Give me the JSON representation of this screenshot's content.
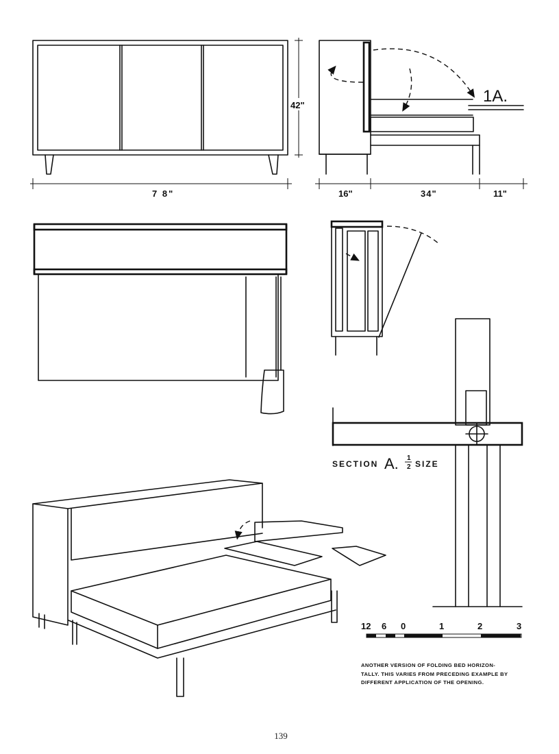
{
  "dimensions": {
    "height": "42\"",
    "width": "7 8\"",
    "side_depth": "16\"",
    "bed_depth": "34\"",
    "shelf_depth": "11\""
  },
  "labels": {
    "detail_marker": "1A.",
    "section_word": "SECTION",
    "section_letter": "A.",
    "scale_numerator": "1",
    "scale_denominator": "2",
    "scale_word": "SIZE"
  },
  "scale_bar": {
    "marks": [
      "12",
      "6",
      "0",
      "1",
      "2",
      "3"
    ]
  },
  "caption": {
    "lines": [
      "ANOTHER VERSION OF FOLDING BED HORIZON-",
      "TALLY. THIS VARIES FROM PRECEDING EXAMPLE BY",
      "DIFFERENT APPLICATION OF THE OPENING."
    ]
  },
  "page_number": "139"
}
